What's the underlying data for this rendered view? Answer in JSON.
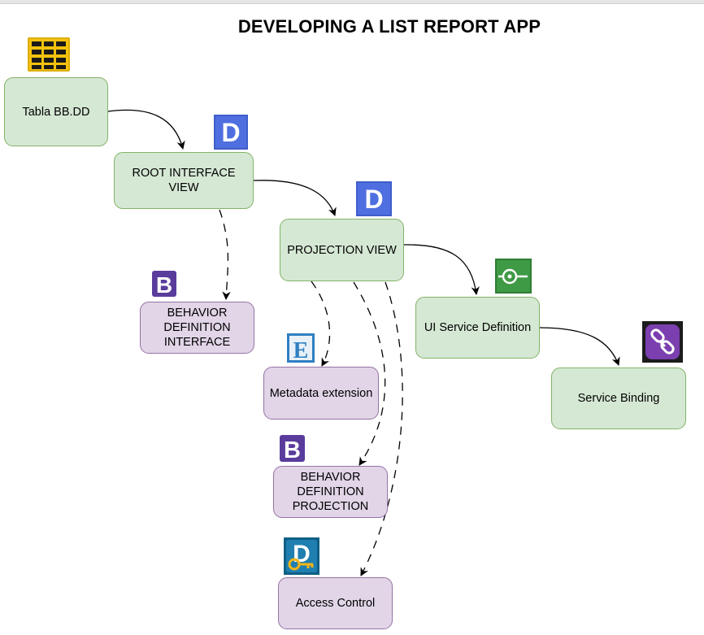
{
  "title": "DEVELOPING A LIST REPORT APP",
  "nodes": {
    "tabla": "Tabla BB.DD",
    "root_interface_view": "ROOT INTERFACE VIEW",
    "projection_view": "PROJECTION VIEW",
    "ui_service_definition": "UI Service Definition",
    "service_binding": "Service Binding",
    "behavior_definition_interface": "BEHAVIOR DEFINITION INTERFACE",
    "metadata_extension": "Metadata extension",
    "behavior_definition_projection": "BEHAVIOR DEFINITION PROJECTION",
    "access_control": "Access Control"
  },
  "icons": {
    "tabla": "table-grid-icon",
    "root_interface_view": "d-letter-icon",
    "projection_view": "d-letter-icon",
    "behavior_definition_interface": "b-letter-icon",
    "metadata_extension": "e-letter-icon",
    "behavior_definition_projection": "b-letter-icon",
    "access_control": "key-d-icon",
    "ui_service_definition": "service-definition-icon",
    "service_binding": "link-icon"
  },
  "colors": {
    "main_fill": "#d5e8d4",
    "main_stroke": "#82b366",
    "secondary_fill": "#e1d5e7",
    "secondary_stroke": "#9673a6"
  }
}
